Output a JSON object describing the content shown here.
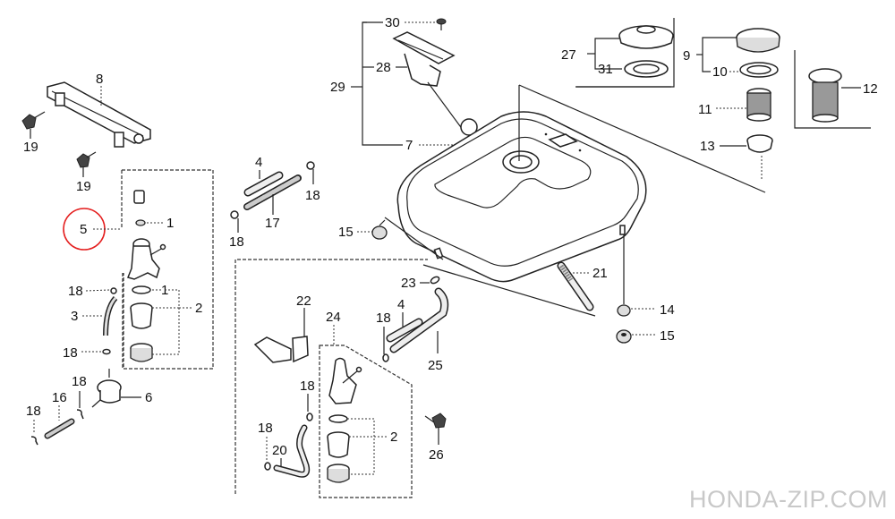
{
  "diagram": {
    "title": "Fuel tank exploded parts diagram",
    "highlight_color": "#e41e1e",
    "highlighted_part": "5",
    "watermark": "HONDA-ZIP.COM",
    "callouts": {
      "c8": "8",
      "c19a": "19",
      "c19b": "19",
      "c5": "5",
      "c1a": "1",
      "c1b": "1",
      "c2a": "2",
      "c18a": "18",
      "c3": "3",
      "c18b": "18",
      "c18c": "18",
      "c16": "16",
      "c18d": "18",
      "c6": "6",
      "c4a": "4",
      "c17": "17",
      "c18e": "18",
      "c18f": "18",
      "c15a": "15",
      "c30": "30",
      "c28": "28",
      "c29": "29",
      "c7": "7",
      "c27": "27",
      "c31": "31",
      "c9": "9",
      "c10": "10",
      "c11": "11",
      "c12": "12",
      "c13": "13",
      "c21": "21",
      "c14": "14",
      "c15b": "15",
      "c22": "22",
      "c24": "24",
      "c23": "23",
      "c4b": "4",
      "c18g": "18",
      "c25": "25",
      "c18h": "18",
      "c2b": "2",
      "c18i": "18",
      "c20": "20",
      "c26": "26"
    }
  }
}
